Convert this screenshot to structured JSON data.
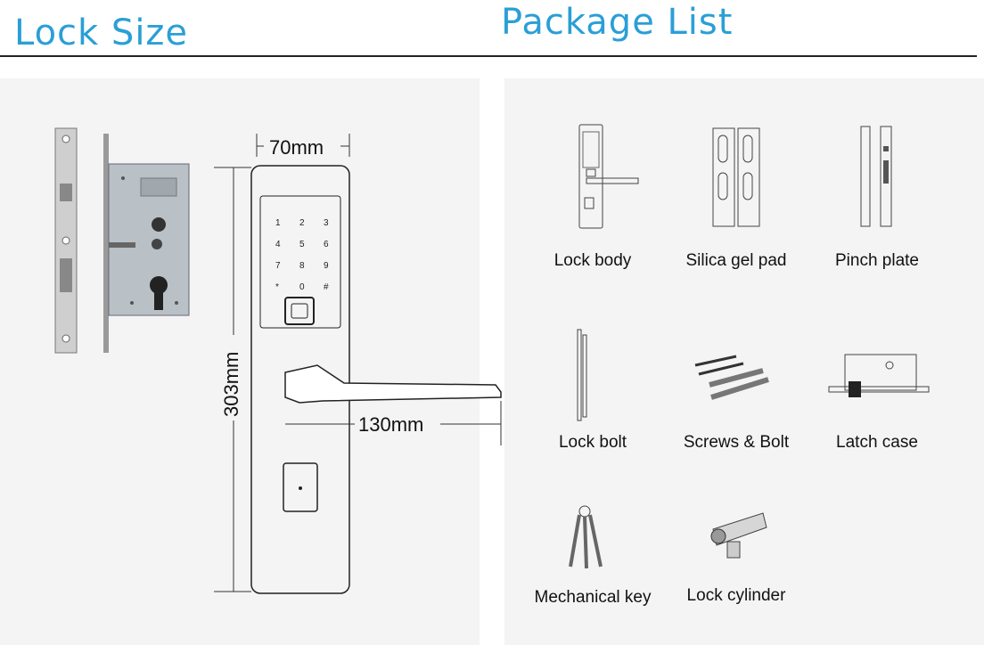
{
  "left_title": "Lock Size",
  "right_title": "Package List",
  "dimensions": {
    "width": "70mm",
    "height": "303mm",
    "handle": "130mm"
  },
  "keypad": [
    "1",
    "2",
    "3",
    "4",
    "5",
    "6",
    "7",
    "8",
    "9",
    "*",
    "0",
    "#"
  ],
  "items": [
    {
      "label": "Lock body",
      "icon": "lock-body-icon"
    },
    {
      "label": "Silica gel pad",
      "icon": "silica-gel-pad-icon"
    },
    {
      "label": "Pinch plate",
      "icon": "pinch-plate-icon"
    },
    {
      "label": "Lock bolt",
      "icon": "lock-bolt-icon"
    },
    {
      "label": "Screws & Bolt",
      "icon": "screws-bolt-icon"
    },
    {
      "label": "Latch case",
      "icon": "latch-case-icon"
    },
    {
      "label": "Mechanical key",
      "icon": "mechanical-key-icon"
    },
    {
      "label": "Lock cylinder",
      "icon": "lock-cylinder-icon"
    }
  ],
  "colors": {
    "title": "#2a9fd6",
    "panel": "#f4f4f4"
  }
}
